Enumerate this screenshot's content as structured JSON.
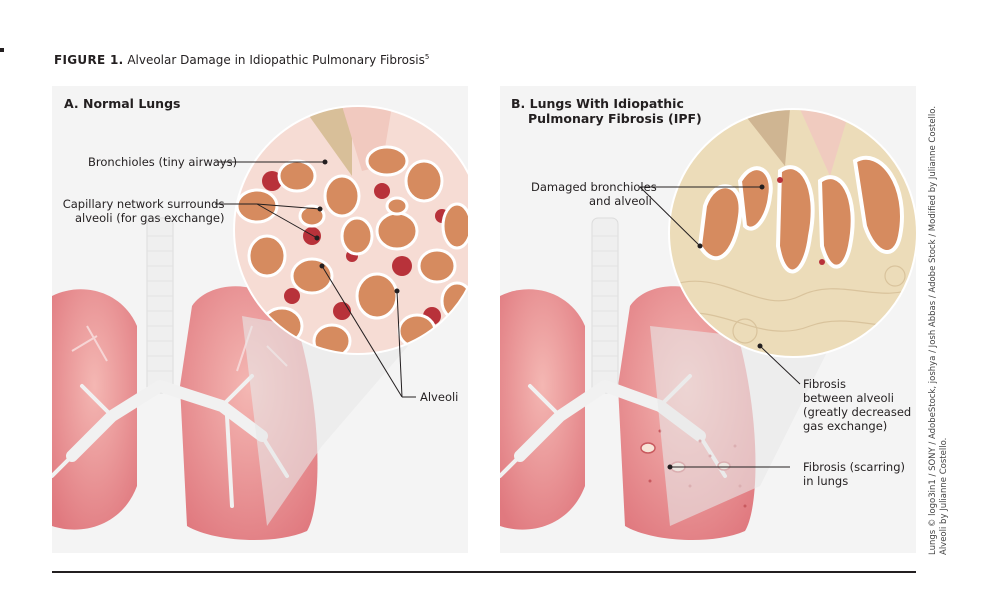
{
  "figure": {
    "number": "FIGURE 1.",
    "title": "Alveolar Damage in Idiopathic Pulmonary Fibrosis",
    "reference": "5"
  },
  "panel_a": {
    "heading": "A. Normal Lungs",
    "labels": {
      "bronchioles": "Bronchioles (tiny airways)",
      "capillary_line1": "Capillary network surrounds",
      "capillary_line2": "alveoli (for gas exchange)",
      "alveoli": "Alveoli"
    }
  },
  "panel_b": {
    "heading_line1": "B. Lungs With Idiopathic",
    "heading_line2": "Pulmonary Fibrosis (IPF)",
    "labels": {
      "damaged_line1": "Damaged bronchioles",
      "damaged_line2": "and alveoli",
      "fibrosis_between_1": "Fibrosis",
      "fibrosis_between_2": "between alveoli",
      "fibrosis_between_3": "(greatly decreased",
      "fibrosis_between_4": "gas exchange)",
      "fibrosis_scarring_1": "Fibrosis (scarring)",
      "fibrosis_scarring_2": "in lungs"
    }
  },
  "credit": {
    "line1": "Lungs © logo3in1 / SONY / AdobeStock, joshya / Josh Abbas / Adobe Stock / Modified by Julianne Costello.",
    "line2": "Alveoli by Julianne Costello."
  },
  "colors": {
    "lung_pink": "#e58a8e",
    "alveoli_tan": "#d79063",
    "capillary_red": "#b8323a",
    "fibrosis_beige": "#ecdcb9",
    "panel_bg": "#f4f4f4"
  }
}
